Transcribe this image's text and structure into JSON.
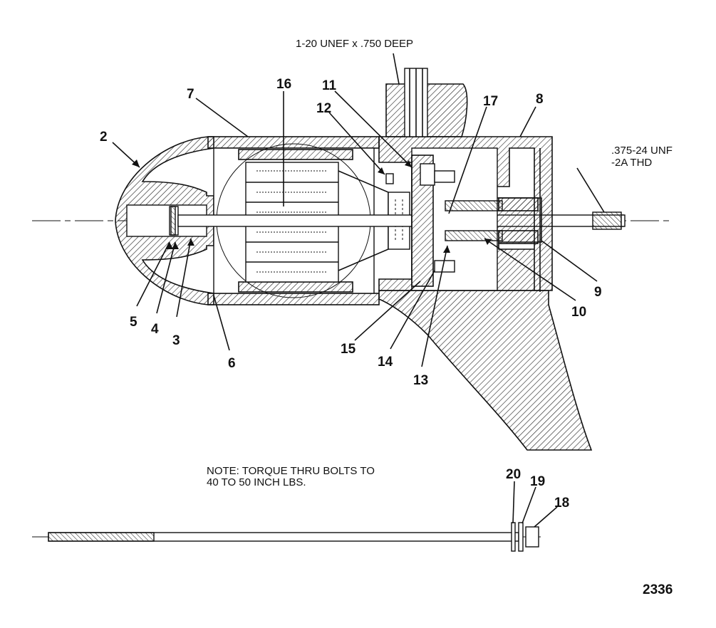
{
  "figure": {
    "number": "2336",
    "thread_top": "1-20 UNEF x .750 DEEP",
    "thread_right_line1": ".375-24 UNF",
    "thread_right_line2": "-2A THD",
    "note_line1": "NOTE: TORQUE THRU BOLTS TO",
    "note_line2": "40 TO 50 INCH LBS."
  },
  "callouts": {
    "c2": "2",
    "c3": "3",
    "c4": "4",
    "c5": "5",
    "c6": "6",
    "c7": "7",
    "c8": "8",
    "c9": "9",
    "c10": "10",
    "c11": "11",
    "c12": "12",
    "c13": "13",
    "c14": "14",
    "c15": "15",
    "c16": "16",
    "c17": "17",
    "c18": "18",
    "c19": "19",
    "c20": "20"
  }
}
